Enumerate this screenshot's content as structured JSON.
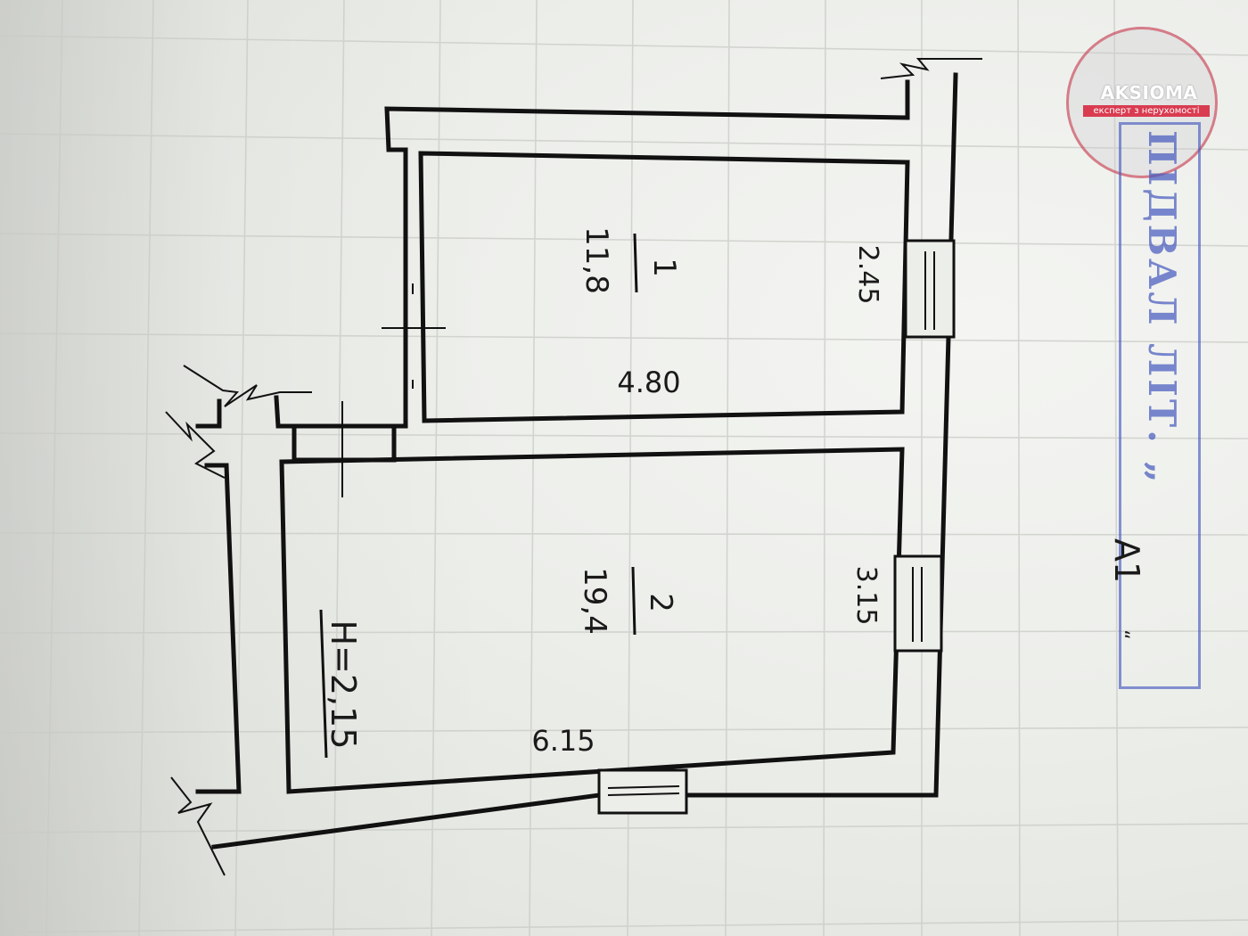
{
  "logo": {
    "name": "AKSIOMA",
    "tagline": "експерт з нерухомості",
    "accent_color": "#d71e37"
  },
  "stamp": {
    "title": "ПІДВАЛ ЛІТ. „",
    "value": "А1",
    "closing_mark": "“",
    "color": "#465abe"
  },
  "rooms": [
    {
      "number": "1",
      "area": "11,8",
      "length": "4.80",
      "width": "2.45"
    },
    {
      "number": "2",
      "area": "19,4",
      "length": "6.15",
      "width": "3.15"
    }
  ],
  "height_label": "H=2,15"
}
